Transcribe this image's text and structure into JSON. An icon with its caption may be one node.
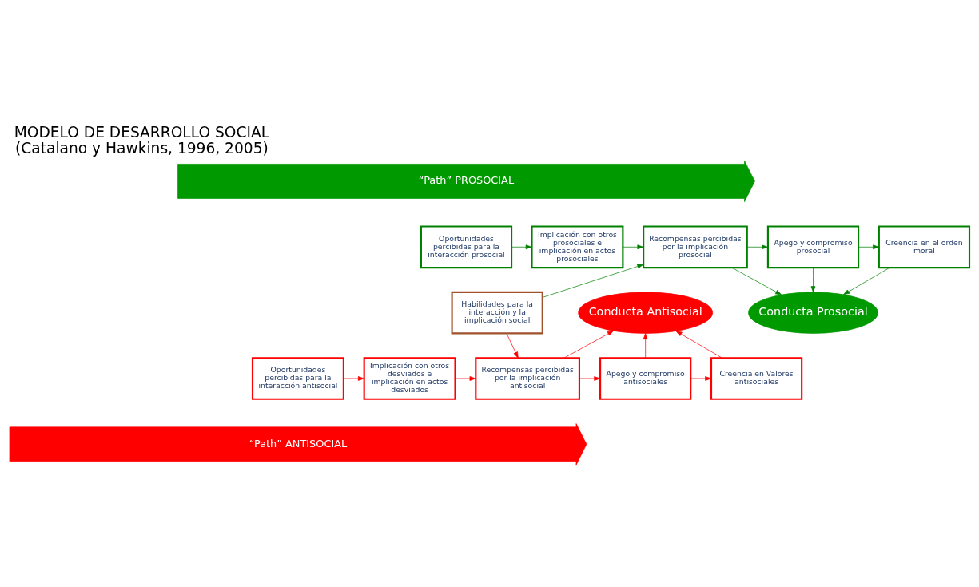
{
  "diagram": {
    "title": "MODELO DE DESARROLLO SOCIAL",
    "caption": "(Catalano y Hawkins, 1996, 2005)",
    "nodes": [
      {
        "text": [
          "“Path” PROSOCIAL"
        ]
      },
      {
        "text": [
          "Oportunidades percibidas para la interacción prosocial"
        ]
      },
      {
        "text": [
          "Implicación con otros prosociales e implicación en actos prosociales"
        ]
      },
      {
        "text": [
          "Recompensas percibidas por la implicación prosocial"
        ]
      },
      {
        "text": [
          "Apego y compromiso prosocial"
        ]
      },
      {
        "text": [
          "Creencia en el orden moral"
        ]
      },
      {
        "text": [
          "Habilidades para la interacción y la implicación social"
        ]
      },
      {
        "text": [
          "Conducta Antisocial"
        ]
      },
      {
        "text": [
          "Conducta Prosocial"
        ]
      },
      {
        "text": [
          "Oportunidades percibidas para la interacción antisocial"
        ]
      },
      {
        "text": [
          "Implicación con otros desviados e implicación en actos desviados"
        ]
      },
      {
        "text": [
          "Recompensas percibidas por la implicación antisocial"
        ]
      },
      {
        "text": [
          "Apego y compromiso antisociales"
        ]
      },
      {
        "text": [
          "Creencia en Valores antisociales"
        ]
      },
      {
        "text": [
          "“Path” ANTISOCIAL"
        ]
      }
    ],
    "edges": [
      {
        "from": 1,
        "to": 2,
        "arrow": "to",
        "color": "#008000"
      },
      {
        "from": 2,
        "to": 3,
        "arrow": "to",
        "color": "#008000"
      },
      {
        "from": 3,
        "to": 4,
        "arrow": "to",
        "color": "#008000"
      },
      {
        "from": 4,
        "to": 5,
        "arrow": "to",
        "color": "#008000"
      },
      {
        "from": 6,
        "to": 3,
        "arrow": "to",
        "color": "#008000"
      },
      {
        "from": 6,
        "to": 11,
        "arrow": "to",
        "color": "#ff0000"
      },
      {
        "from": 3,
        "to": 8,
        "arrow": "to",
        "color": "#008000"
      },
      {
        "from": 4,
        "to": 8,
        "arrow": "to",
        "color": "#008000"
      },
      {
        "from": 5,
        "to": 8,
        "arrow": "to",
        "color": "#008000"
      },
      {
        "from": 11,
        "to": 7,
        "arrow": "to",
        "color": "#ff0000"
      },
      {
        "from": 12,
        "to": 7,
        "arrow": "to",
        "color": "#ff0000"
      },
      {
        "from": 13,
        "to": 7,
        "arrow": "to",
        "color": "#ff0000"
      },
      {
        "from": 9,
        "to": 10,
        "arrow": "to",
        "color": "#ff0000"
      },
      {
        "from": 10,
        "to": 11,
        "arrow": "to",
        "color": "#ff0000"
      },
      {
        "from": 11,
        "to": 12,
        "arrow": "to",
        "color": "#ff0000"
      },
      {
        "from": 12,
        "to": 13,
        "arrow": "to",
        "color": "#ff0000"
      }
    ]
  }
}
